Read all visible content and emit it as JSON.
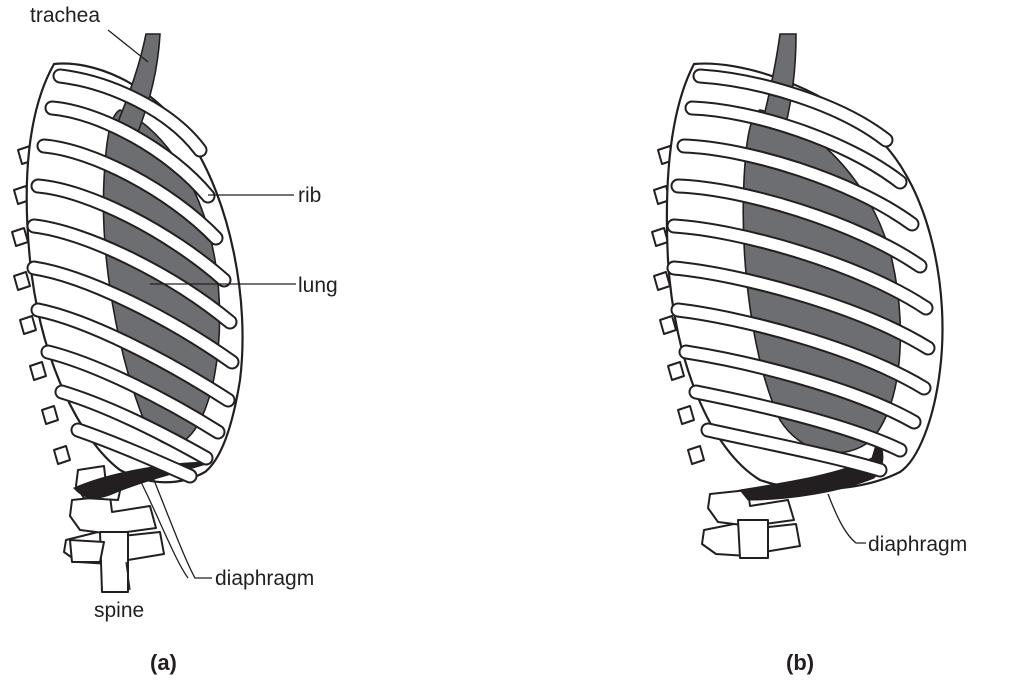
{
  "figure_a": {
    "caption": "(a)",
    "labels": {
      "trachea": "trachea",
      "rib": "rib",
      "lung": "lung",
      "diaphragm": "diaphragm",
      "spine": "spine"
    }
  },
  "figure_b": {
    "caption": "(b)",
    "labels": {
      "diaphragm": "diaphragm"
    }
  },
  "colors": {
    "lung_fill": "#6d6e71",
    "line": "#231f20",
    "diaphragm_fill": "#231f20",
    "background": "#ffffff"
  }
}
